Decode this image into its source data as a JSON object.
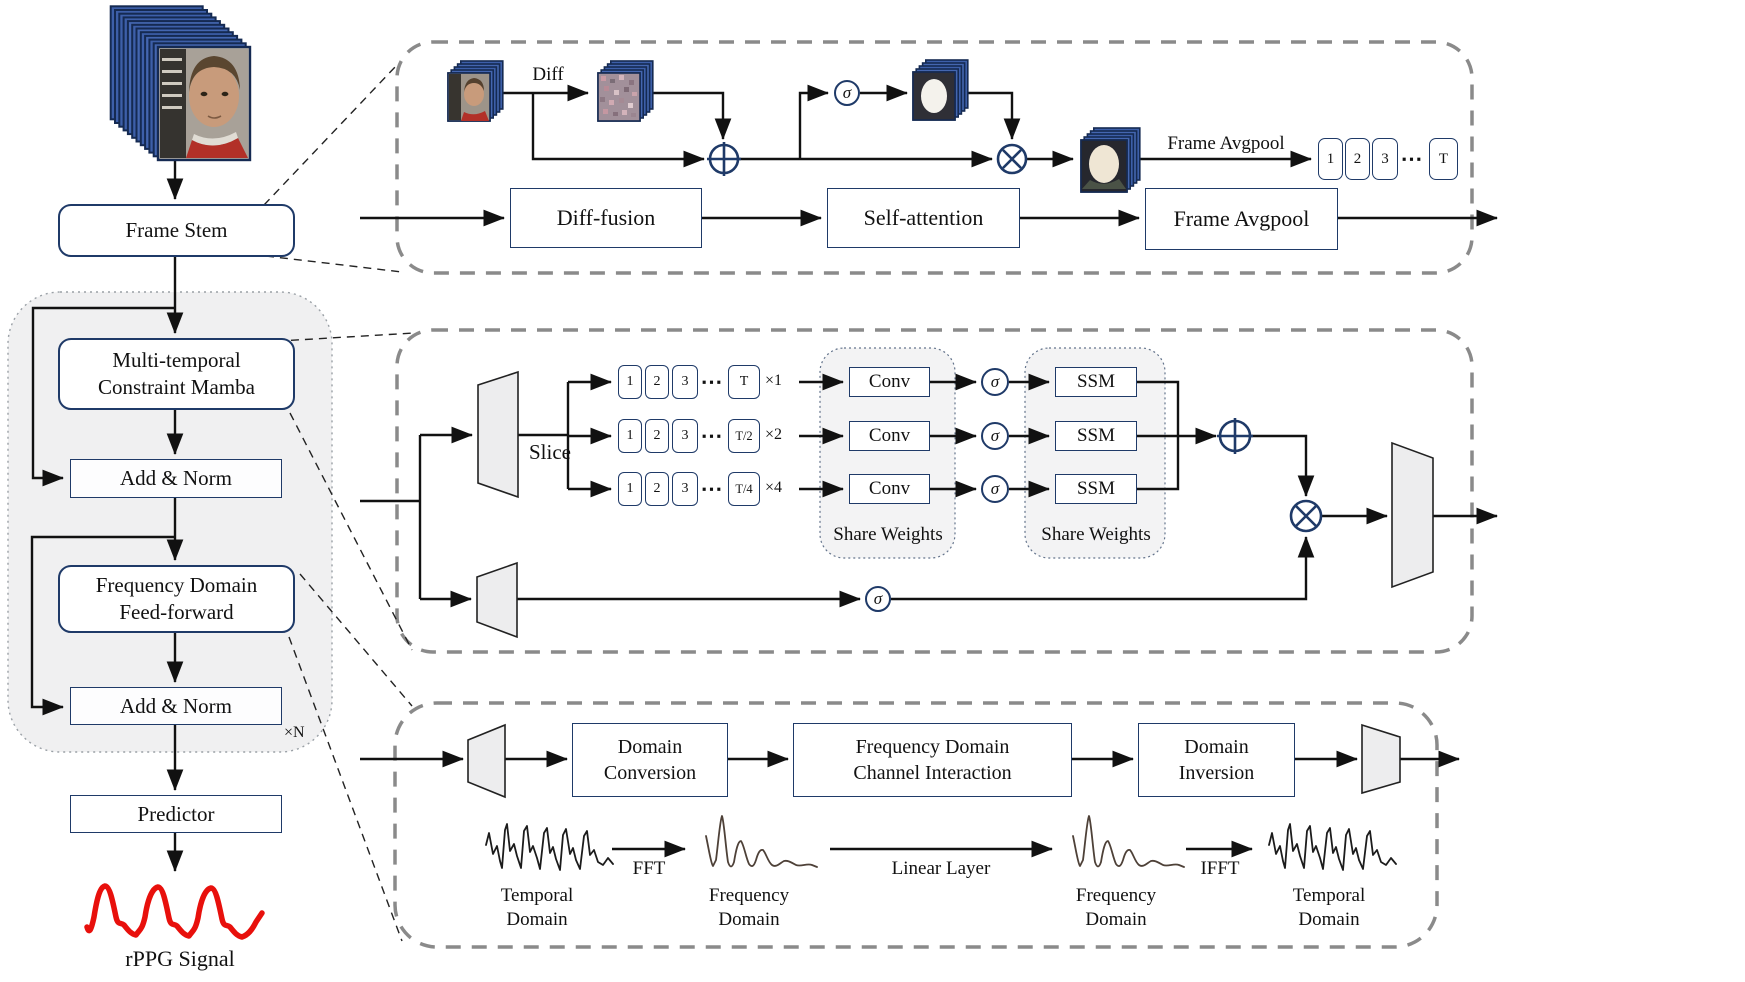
{
  "colors": {
    "accent_navy": "#1f3a68",
    "panel_dash_gray": "#8a8a8a",
    "container_fill": "#f0f0f1",
    "share_fill": "#f3f3f4",
    "signal_red": "#e8100c",
    "line_black": "#111111"
  },
  "left": {
    "frame_stem": "Frame Stem",
    "mtcm_l1": "Multi-temporal",
    "mtcm_l2": "Constraint Mamba",
    "add_norm1": "Add & Norm",
    "ff_l1": "Frequency Domain",
    "ff_l2": "Feed-forward",
    "add_norm2": "Add & Norm",
    "repeat": "×N",
    "predictor": "Predictor",
    "rppg": "rPPG Signal"
  },
  "stem": {
    "diff": "Diff",
    "sigma": "σ",
    "avgpool_label": "Frame Avgpool",
    "t1": "1",
    "t2": "2",
    "t3": "3",
    "dots": "⋯",
    "tT": "T",
    "box_diff_fusion": "Diff-fusion",
    "box_self_attention": "Self-attention",
    "box_frame_avgpool": "Frame Avgpool"
  },
  "mamba": {
    "slice": "Slice",
    "sigma": "σ",
    "conv": "Conv",
    "ssm": "SSM",
    "share": "Share Weights",
    "rows": [
      {
        "t1": "1",
        "t2": "2",
        "t3": "3",
        "dots": "⋯",
        "tT": "T",
        "mult": "×1"
      },
      {
        "t1": "1",
        "t2": "2",
        "t3": "3",
        "dots": "⋯",
        "tT": "T/2",
        "mult": "×2"
      },
      {
        "t1": "1",
        "t2": "2",
        "t3": "3",
        "dots": "⋯",
        "tT": "T/4",
        "mult": "×4"
      }
    ]
  },
  "ff": {
    "dc_l1": "Domain",
    "dc_l2": "Conversion",
    "fdci_l1": "Frequency Domain",
    "fdci_l2": "Channel Interaction",
    "di_l1": "Domain",
    "di_l2": "Inversion",
    "fft": "FFT",
    "linear": "Linear Layer",
    "ifft": "IFFT",
    "temporal_l1": "Temporal",
    "temporal_l2": "Domain",
    "frequency_l1": "Frequency",
    "frequency_l2": "Domain"
  }
}
